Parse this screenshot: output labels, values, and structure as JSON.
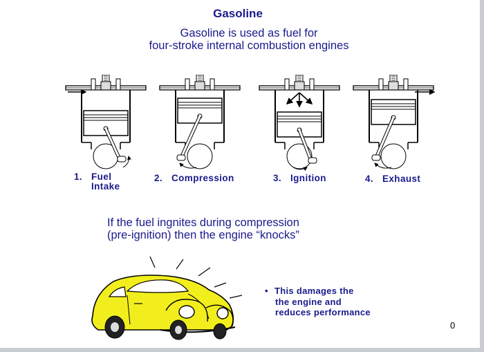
{
  "slide": {
    "title": "Gasoline",
    "subtitle_line1": "Gasoline is used as fuel for",
    "subtitle_line2": "four-stroke internal combustion engines",
    "strokes": [
      {
        "number": "1.",
        "label_line1": "Fuel",
        "label_line2": "Intake"
      },
      {
        "number": "2.",
        "label_line1": "Compression"
      },
      {
        "number": "3.",
        "label_line1": "Ignition"
      },
      {
        "number": "4.",
        "label_line1": "Exhaust"
      }
    ],
    "knock_line1": "If the fuel ingnites during compression",
    "knock_line2": "(pre-ignition) then the engine “knocks”",
    "bullet_marker": "•",
    "bullet_line1": "This damages the",
    "bullet_line2": "the engine and",
    "bullet_line3": "reduces performance",
    "page_number": "0"
  },
  "colors": {
    "text": "#1a1a8c",
    "car_body": "#f2ee1d",
    "line_art": "#000000"
  },
  "icons": [
    "engine-cylinder-icon",
    "spark-plug-icon",
    "car-illustration"
  ]
}
